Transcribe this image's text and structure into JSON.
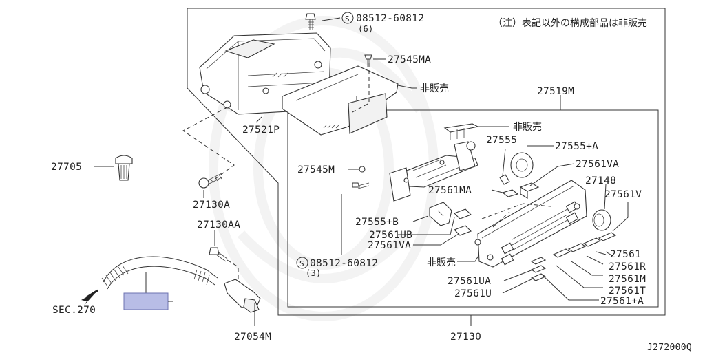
{
  "marks": {
    "s": "S"
  },
  "labels": {
    "part_08512_top": "08512-60812",
    "qty_top": "(6)",
    "note": "（注）表記以外の構成部品は非販売",
    "p27545MA": "27545MA",
    "not_sold": "非販売",
    "p27519M": "27519M",
    "p27521P": "27521P",
    "p27555": "27555",
    "p27555A": "27555+A",
    "p27561VA": "27561VA",
    "p27705": "27705",
    "p27545M": "27545M",
    "p27148": "27148",
    "p27561MA": "27561MA",
    "p27561V": "27561V",
    "p27130A": "27130A",
    "p27555B": "27555+B",
    "p27130AA": "27130AA",
    "p27561UB": "27561UB",
    "p27561": "27561",
    "part_08512_bottom": "08512-60812",
    "p27561R": "27561R",
    "qty_bottom": "(3)",
    "p27561UA": "27561UA",
    "p27561M": "27561M",
    "p27561U": "27561U",
    "p27561T": "27561T",
    "p27561A": "27561+A",
    "sec270": "SEC.270",
    "p27054M": "27054M",
    "p27130": "27130",
    "figure_code": "J272000Q"
  }
}
